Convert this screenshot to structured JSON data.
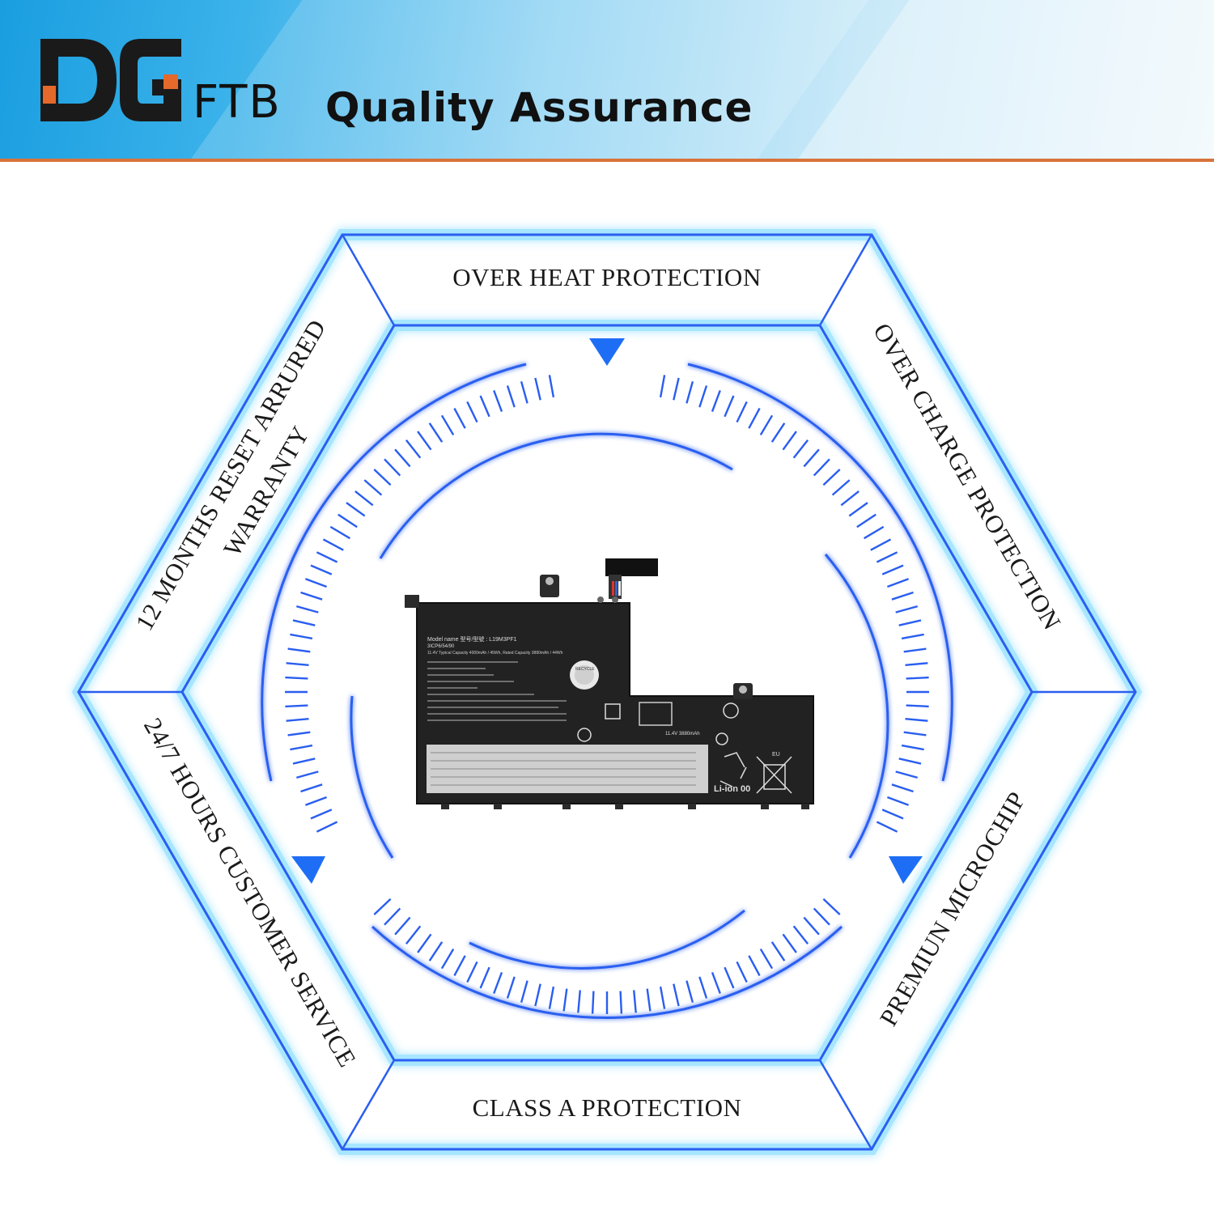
{
  "header": {
    "brand": "FTB",
    "headline": "Quality Assurance"
  },
  "features": {
    "top": "OVER HEAT PROTECTION",
    "upper_right": "OVER CHARGE PROTECTION",
    "lower_right": "PREMIUN MICROCHIP",
    "bottom": "CLASS A PROTECTION",
    "lower_left": "24/7 HOURS CUSTOMER SERVICE",
    "upper_left_line1": "12 MONTHS RESET ARRURED",
    "upper_left_line2": "WARRANTY"
  },
  "battery_label": {
    "model": "Model name 型号/型號 : L19M3PF1",
    "cells": "3ICP6/54/90",
    "capacity": "11.4V  Typical Capacity 4000mAh / 45Wh,  Rated Capacity 3880mAh / 44Wh",
    "voltage_side": "11.4V  3880mAh",
    "liion": "Li-ion 00",
    "recycle": "RECYCLE",
    "eu": "EU"
  },
  "colors": {
    "accent_blue": "#1e6ef5",
    "hex_stroke": "#2a5ef0",
    "header_orange": "#d9733a",
    "logo_orange": "#e4692a"
  }
}
